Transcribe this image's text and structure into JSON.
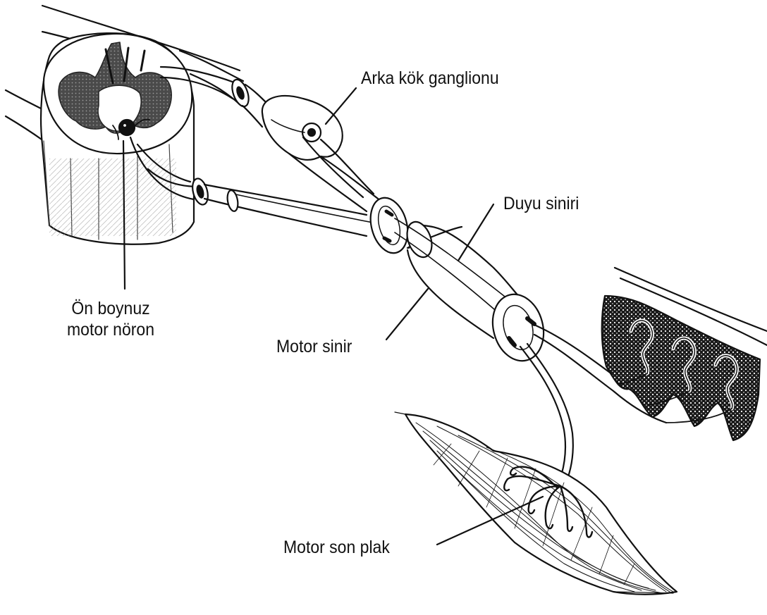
{
  "labels": {
    "arka_kok_ganglionu": "Arka kök ganglionu",
    "duyu_siniri": "Duyu siniri",
    "on_boynuz_motor_noron": "Ön boynuz\nmotor nöron",
    "motor_sinir": "Motor sinir",
    "motor_son_plak": "Motor son plak"
  },
  "colors": {
    "line": "#111111",
    "grey_matter": "#555555",
    "stipple": "#333333",
    "background": "#ffffff"
  }
}
